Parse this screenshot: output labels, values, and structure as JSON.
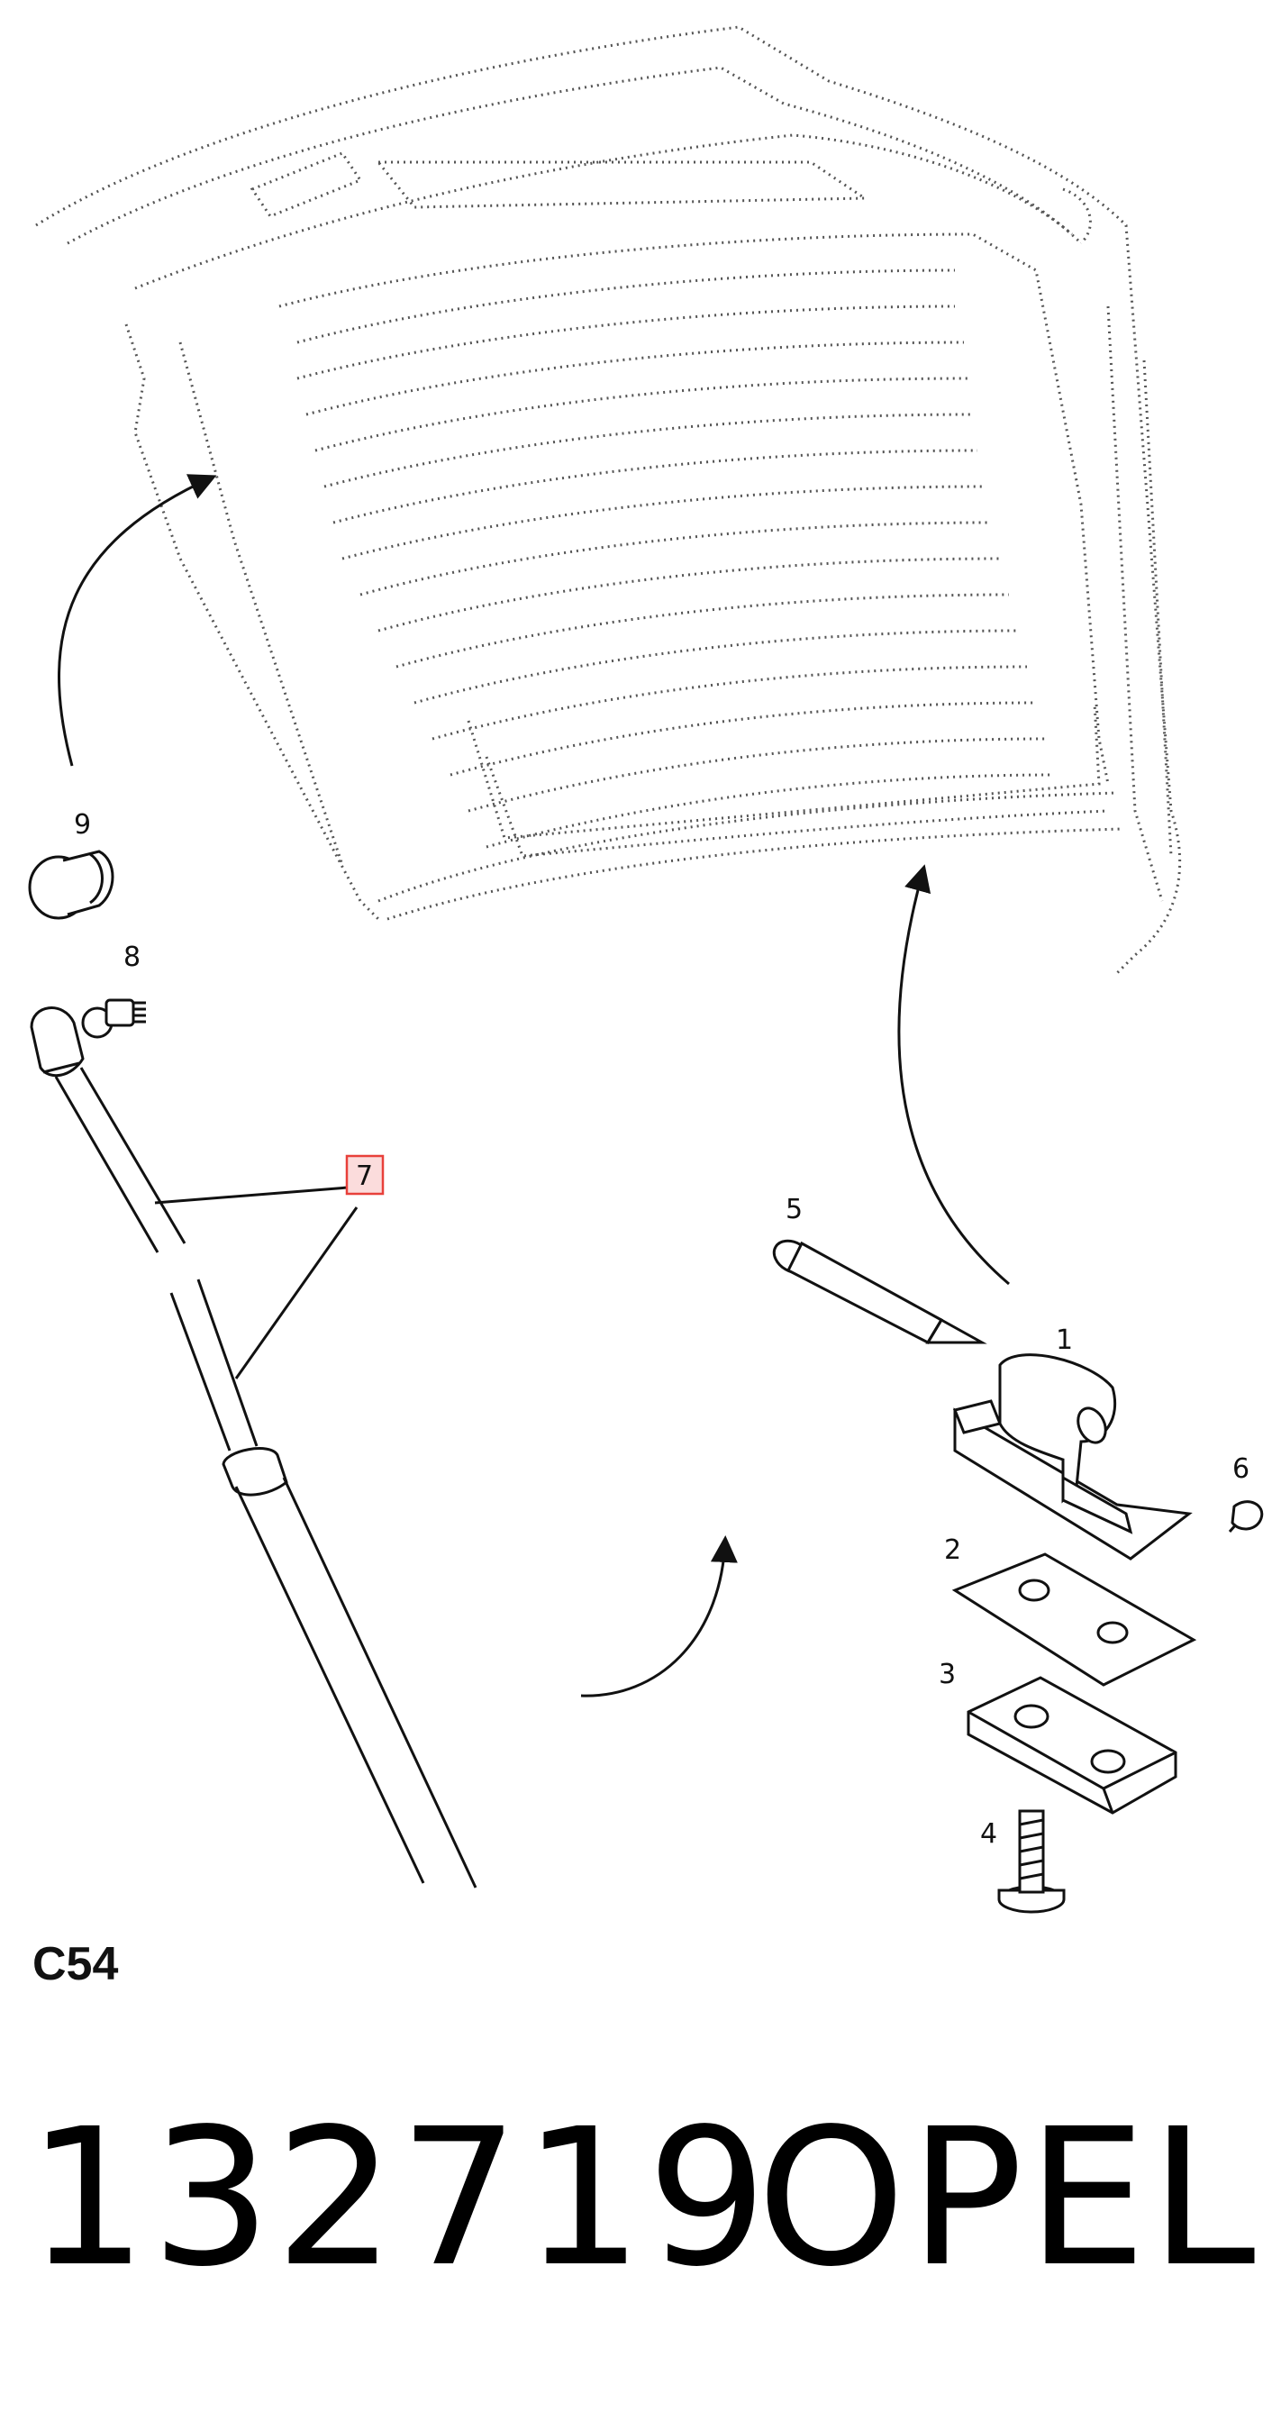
{
  "diagram": {
    "callouts": {
      "c1": "1",
      "c2": "2",
      "c3": "3",
      "c4": "4",
      "c5": "5",
      "c6": "6",
      "c7": "7",
      "c8": "8",
      "c9": "9"
    },
    "section_code": "C54",
    "part_number": "132719",
    "brand": "OPEL",
    "highlight_color": "#e8403a"
  }
}
